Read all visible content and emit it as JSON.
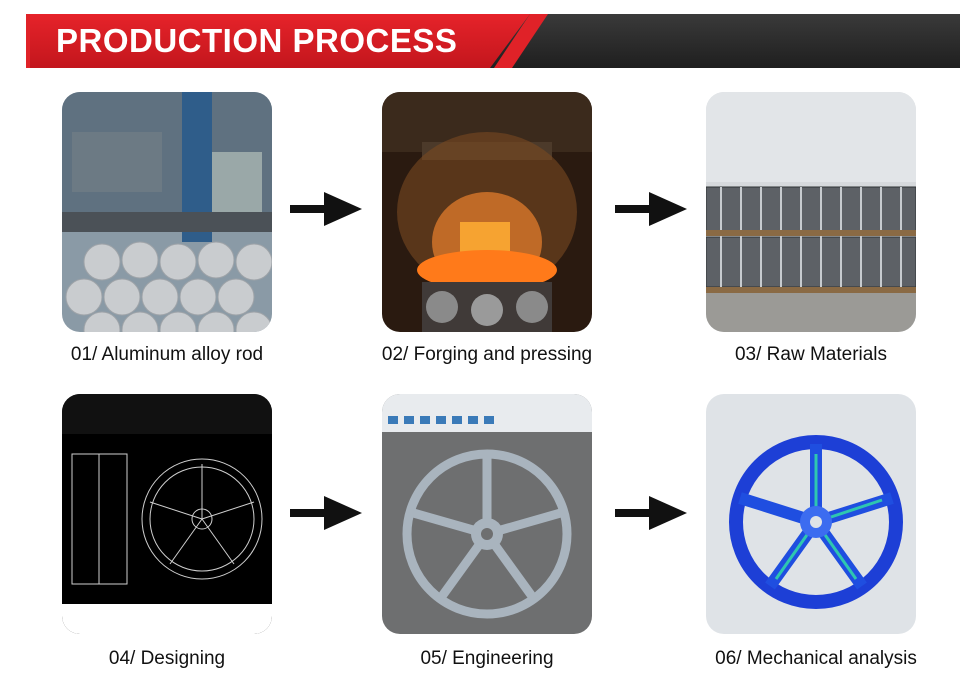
{
  "banner": {
    "title": "PRODUCTION PROCESS"
  },
  "steps": [
    {
      "label": "01/ Aluminum alloy rod"
    },
    {
      "label": "02/ Forging and pressing"
    },
    {
      "label": "03/ Raw Materials"
    },
    {
      "label": "04/ Designing"
    },
    {
      "label": "05/ Engineering"
    },
    {
      "label": "06/ Mechanical analysis"
    }
  ],
  "icons": {
    "arrow": "arrow-right-icon"
  },
  "colors": {
    "brand_red": "#e02228",
    "banner_dark": "#2a2a2a",
    "text": "#111111"
  }
}
